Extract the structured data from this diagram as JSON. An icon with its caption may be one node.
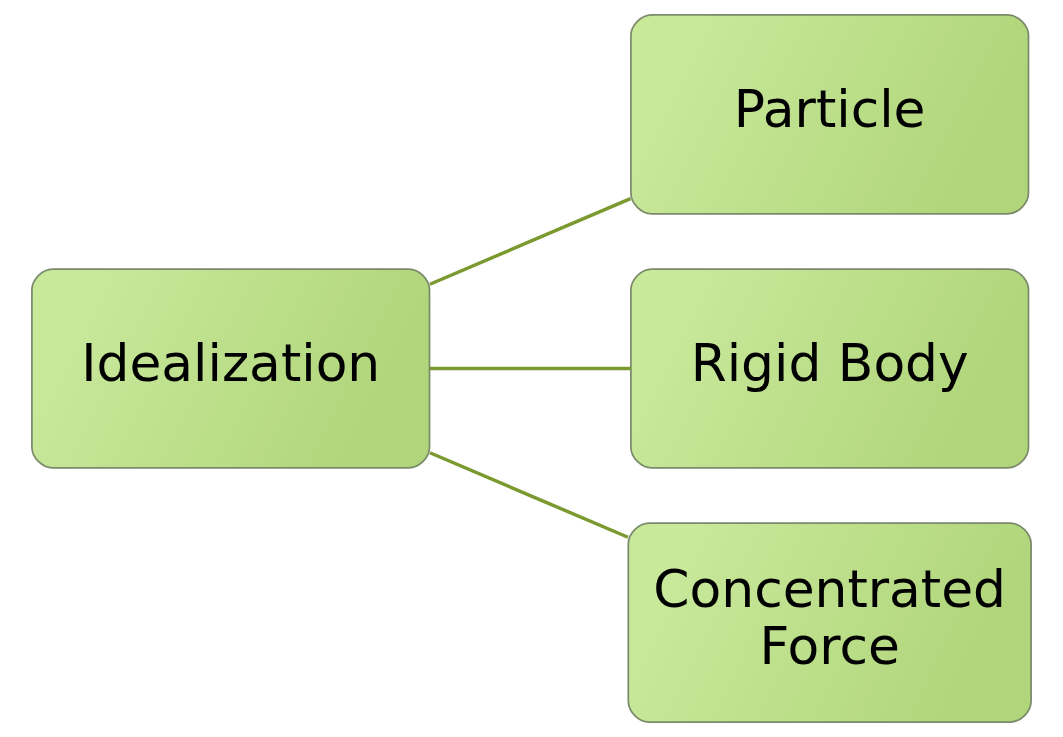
{
  "diagram": {
    "nodes": [
      {
        "text": [
          "Idealization"
        ]
      },
      {
        "text": [
          "Particle"
        ]
      },
      {
        "text": [
          "Rigid Body"
        ]
      },
      {
        "text": [
          "Concentrated Force"
        ]
      }
    ],
    "edges": [
      {
        "from": 0,
        "to": 1,
        "arrow": "none"
      },
      {
        "from": 0,
        "to": 2,
        "arrow": "none"
      },
      {
        "from": 0,
        "to": 3,
        "arrow": "none"
      }
    ]
  }
}
